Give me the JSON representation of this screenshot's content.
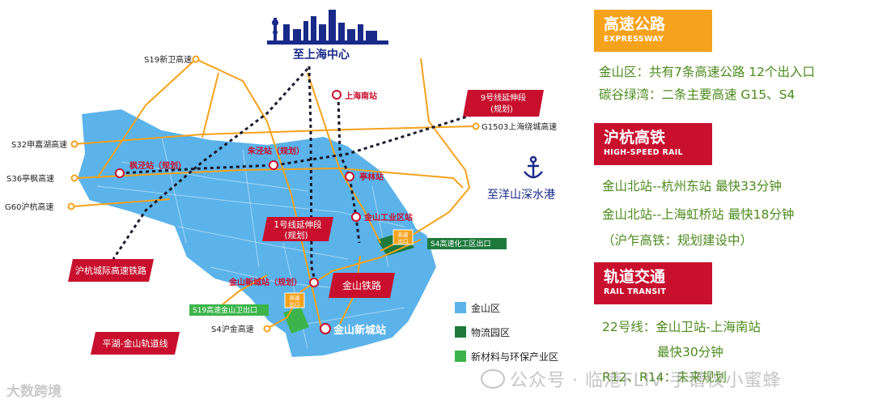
{
  "map": {
    "top_label": "至上海中心",
    "port_label": "至洋山深水港",
    "highways": {
      "s19": "S19新卫高速",
      "s32": "S32申嘉湖高速",
      "s36": "S36亭枫高速",
      "g60": "G60沪杭高速",
      "g1503": "G1503上海绕城高速",
      "s4": "S4沪金高速"
    },
    "stations": {
      "shanghai_south": "上海南站",
      "fengjing": "枫泾站（规划）",
      "zhujing": "朱泾站（规划）",
      "tinglin": "亭林站",
      "industrial": "金山工业区站",
      "jinshan_new": "金山新城站（规划）",
      "jinshan_newcity": "金山新城站"
    },
    "callouts": {
      "line9": [
        "9号线延伸段",
        "(规划)"
      ],
      "line1": [
        "1号线延伸段",
        "(规划)"
      ],
      "jinshan_railway": "金山铁路",
      "intercity": "沪杭城际高速铁路",
      "pinghu": "平湖-金山轨道线"
    },
    "exits": {
      "s4_exit": "S4高速化工区出口",
      "s19_exit": "S19高速金山卫出口",
      "exit_badge": [
        "高速",
        "出口"
      ]
    },
    "legend": [
      "金山区",
      "物流园区",
      "新材料与环保产业区"
    ],
    "colors": {
      "district": "#5bb3ea",
      "logistics": "#1e7a3c",
      "industry": "#3cb44b",
      "highway": "#f5a21c",
      "accent_red": "#c8102e",
      "navy": "#1a2a8a"
    }
  },
  "panel": {
    "expressway": {
      "title": "高速公路",
      "subtitle": "EXPRESSWAY",
      "lines": [
        "金山区：共有7条高速公路  12个出入口",
        "碳谷绿湾：二条主要高速 G15、S4"
      ]
    },
    "highspeed": {
      "title": "沪杭高铁",
      "subtitle": "HIGH-SPEED RAIL",
      "lines": [
        "金山北站--杭州东站     最快33分钟",
        "金山北站--上海虹桥站   最快18分钟",
        "（沪乍高铁：规划建设中）"
      ]
    },
    "transit": {
      "title": "轨道交通",
      "subtitle": "RAIL TRANSIT",
      "lines": [
        "22号线：金山卫站-上海南站",
        "最快30分钟",
        "R12、R14：未来规划"
      ]
    }
  },
  "watermarks": {
    "left": "大数跨境",
    "right": "公众号 · 临港FLIV 手谱仪小蜜蜂"
  }
}
